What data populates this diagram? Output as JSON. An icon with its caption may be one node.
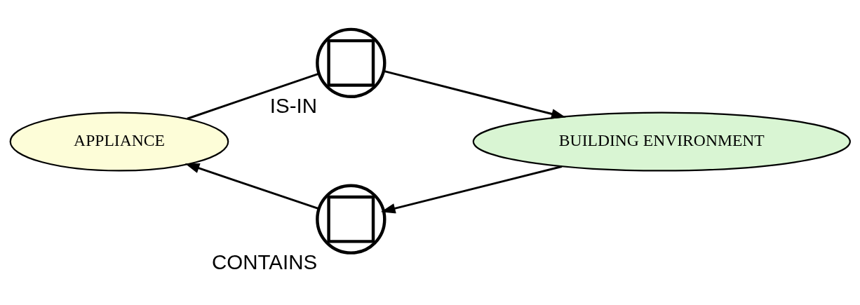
{
  "diagram": {
    "nodes": [
      {
        "text": [
          "IS-IN"
        ]
      },
      {
        "text": [
          "APPLIANCE"
        ]
      },
      {
        "text": [
          "BUILDING ENVIRONMENT"
        ]
      },
      {
        "text": [
          "CONTAINS"
        ]
      }
    ],
    "edges": [
      {
        "from": 1,
        "to": 0,
        "arrow": "none"
      },
      {
        "from": 0,
        "to": 2,
        "arrow": "to"
      },
      {
        "from": 2,
        "to": 3,
        "arrow": "to"
      },
      {
        "from": 3,
        "to": 1,
        "arrow": "to"
      }
    ]
  }
}
